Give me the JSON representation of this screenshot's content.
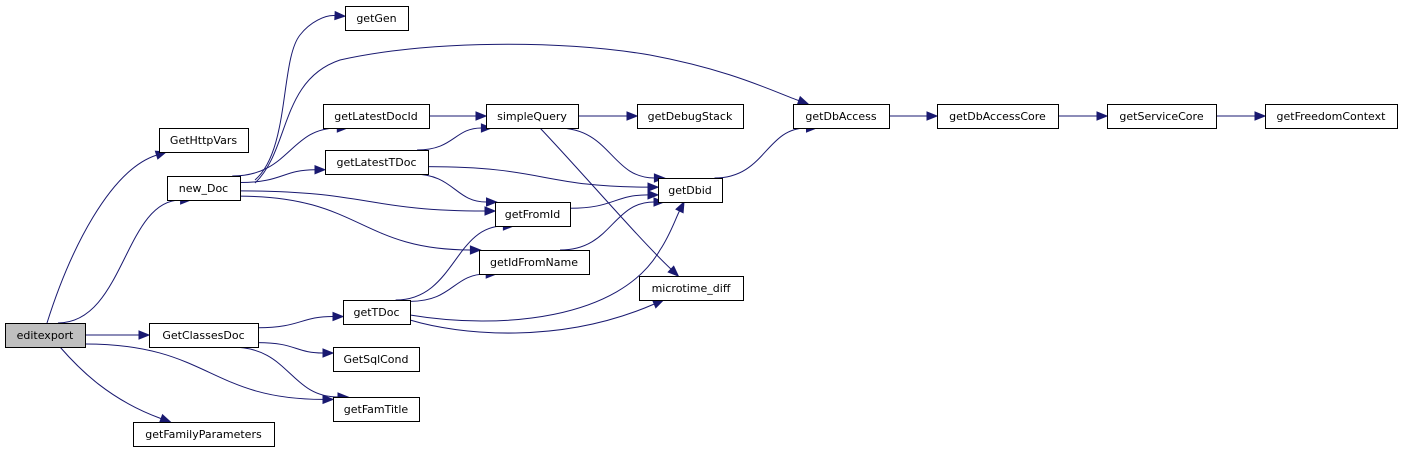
{
  "colors": {
    "edge": "#191970",
    "node_border": "#000000",
    "node_fill": "#ffffff",
    "root_fill": "#bfbfbf"
  },
  "nodes": [
    {
      "id": "editexport",
      "label": "editexport",
      "root": true
    },
    {
      "id": "GetHttpVars",
      "label": "GetHttpVars"
    },
    {
      "id": "new_Doc",
      "label": "new_Doc"
    },
    {
      "id": "GetClassesDoc",
      "label": "GetClassesDoc"
    },
    {
      "id": "getFamilyParameters",
      "label": "getFamilyParameters"
    },
    {
      "id": "getGen",
      "label": "getGen"
    },
    {
      "id": "getLatestDocId",
      "label": "getLatestDocId"
    },
    {
      "id": "getLatestTDoc",
      "label": "getLatestTDoc"
    },
    {
      "id": "getTDoc",
      "label": "getTDoc"
    },
    {
      "id": "GetSqlCond",
      "label": "GetSqlCond"
    },
    {
      "id": "getFamTitle",
      "label": "getFamTitle"
    },
    {
      "id": "simpleQuery",
      "label": "simpleQuery"
    },
    {
      "id": "getFromId",
      "label": "getFromId"
    },
    {
      "id": "getIdFromName",
      "label": "getIdFromName"
    },
    {
      "id": "getDebugStack",
      "label": "getDebugStack"
    },
    {
      "id": "getDbid",
      "label": "getDbid"
    },
    {
      "id": "microtime_diff",
      "label": "microtime_diff"
    },
    {
      "id": "getDbAccess",
      "label": "getDbAccess"
    },
    {
      "id": "getDbAccessCore",
      "label": "getDbAccessCore"
    },
    {
      "id": "getServiceCore",
      "label": "getServiceCore"
    },
    {
      "id": "getFreedomContext",
      "label": "getFreedomContext"
    }
  ],
  "edges": [
    [
      "editexport",
      "GetHttpVars"
    ],
    [
      "editexport",
      "new_Doc"
    ],
    [
      "editexport",
      "GetClassesDoc"
    ],
    [
      "editexport",
      "getFamilyParameters"
    ],
    [
      "editexport",
      "getFamTitle"
    ],
    [
      "new_Doc",
      "getGen"
    ],
    [
      "new_Doc",
      "getDbAccess"
    ],
    [
      "new_Doc",
      "getLatestDocId"
    ],
    [
      "new_Doc",
      "getLatestTDoc"
    ],
    [
      "new_Doc",
      "getFromId"
    ],
    [
      "new_Doc",
      "getIdFromName"
    ],
    [
      "GetClassesDoc",
      "getTDoc"
    ],
    [
      "GetClassesDoc",
      "GetSqlCond"
    ],
    [
      "GetClassesDoc",
      "getFamTitle"
    ],
    [
      "getLatestDocId",
      "simpleQuery"
    ],
    [
      "getLatestTDoc",
      "simpleQuery"
    ],
    [
      "getLatestTDoc",
      "getDbid"
    ],
    [
      "getLatestTDoc",
      "getFromId"
    ],
    [
      "getTDoc",
      "getFromId"
    ],
    [
      "getTDoc",
      "getIdFromName"
    ],
    [
      "getTDoc",
      "getDbid"
    ],
    [
      "getTDoc",
      "microtime_diff"
    ],
    [
      "simpleQuery",
      "getDebugStack"
    ],
    [
      "simpleQuery",
      "getDbid"
    ],
    [
      "simpleQuery",
      "microtime_diff"
    ],
    [
      "getFromId",
      "getDbid"
    ],
    [
      "getIdFromName",
      "getDbid"
    ],
    [
      "getDbid",
      "getDbAccess"
    ],
    [
      "getDbAccess",
      "getDbAccessCore"
    ],
    [
      "getDbAccessCore",
      "getServiceCore"
    ],
    [
      "getServiceCore",
      "getFreedomContext"
    ]
  ]
}
